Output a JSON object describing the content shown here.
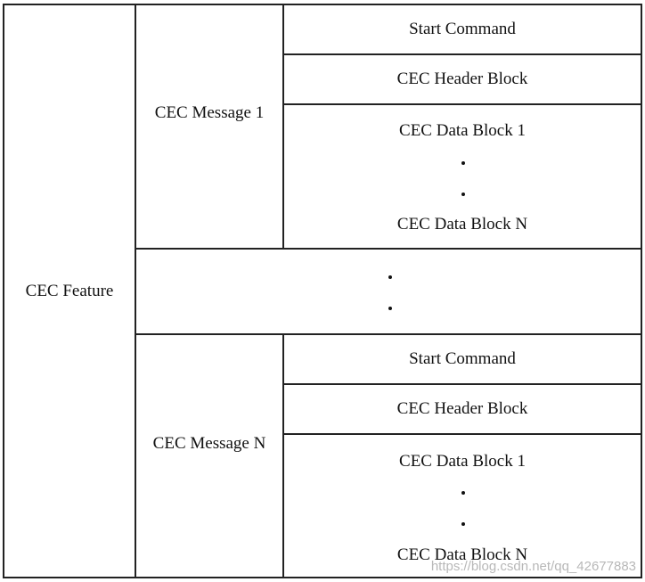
{
  "feature": {
    "label": "CEC Feature"
  },
  "messages": [
    {
      "label": "CEC Message 1",
      "blocks": {
        "start": "Start Command",
        "header": "CEC Header Block",
        "data_first": "CEC Data Block 1",
        "data_last": "CEC Data Block N"
      }
    },
    {
      "label": "CEC Message N",
      "blocks": {
        "start": "Start Command",
        "header": "CEC Header Block",
        "data_first": "CEC Data Block 1",
        "data_last": "CEC Data Block N"
      }
    }
  ],
  "watermark": "https://blog.csdn.net/qq_42677883"
}
